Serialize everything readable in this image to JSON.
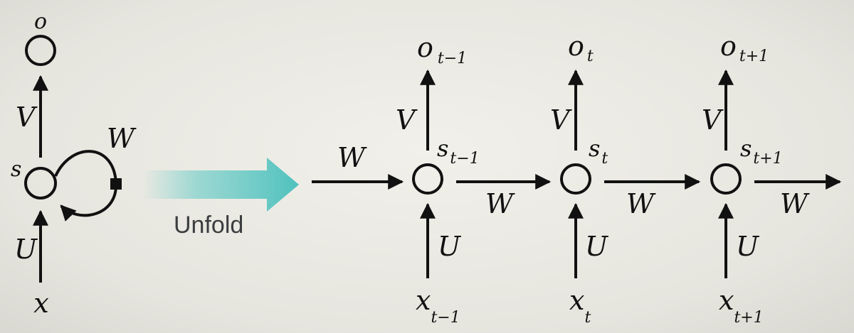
{
  "folded": {
    "output_label": "o",
    "state_label": "s",
    "input_label": "x",
    "v_label": "V",
    "u_label": "U",
    "w_label": "W"
  },
  "unfold_label": "Unfold",
  "colors": {
    "ink": "#111111",
    "arrow_teal": "#5cc8c4",
    "background": "#e9e8e1"
  },
  "unfolded": {
    "steps": [
      {
        "o_base": "o",
        "o_sub": "t−1",
        "s_base": "s",
        "s_sub": "t−1",
        "x_base": "x",
        "x_sub": "t−1",
        "v": "V",
        "u": "U",
        "w_out": "W"
      },
      {
        "o_base": "o",
        "o_sub": "t",
        "s_base": "s",
        "s_sub": "t",
        "x_base": "x",
        "x_sub": "t",
        "v": "V",
        "u": "U",
        "w_out": "W"
      },
      {
        "o_base": "o",
        "o_sub": "t+1",
        "s_base": "s",
        "s_sub": "t+1",
        "x_base": "x",
        "x_sub": "t+1",
        "v": "V",
        "u": "U",
        "w_out": "W"
      }
    ],
    "w_in": "W"
  }
}
